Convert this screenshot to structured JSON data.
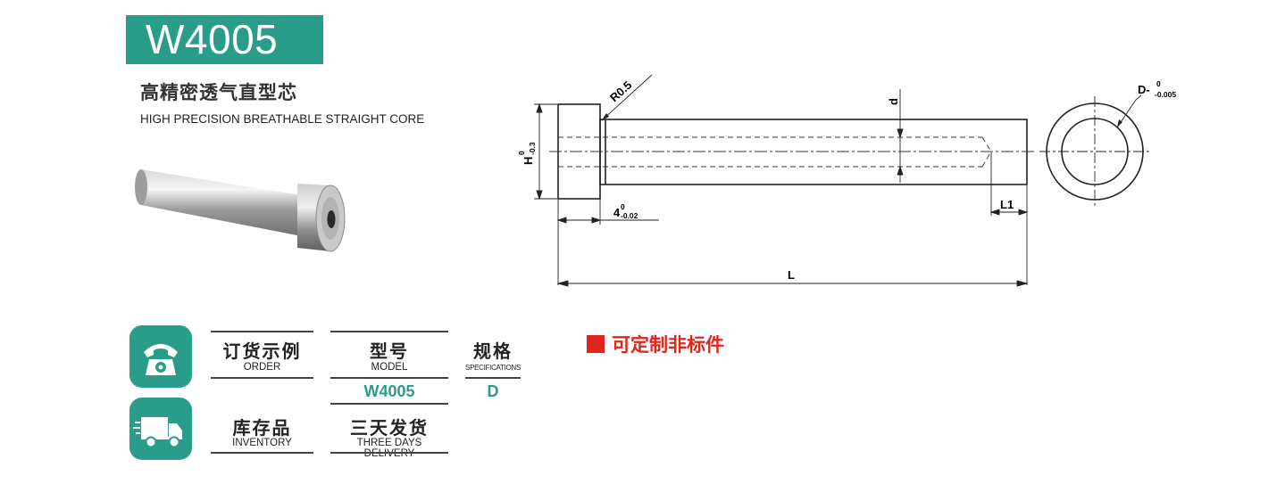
{
  "header": {
    "model_code": "W4005",
    "title_cn": "高精密透气直型芯",
    "title_en": "HIGH PRECISION BREATHABLE STRAIGHT CORE"
  },
  "drawing": {
    "r_label": "R0.5",
    "d_label": "d",
    "h_label": "H",
    "h_tol_upper": "0",
    "h_tol_lower": "-0.3",
    "head_len": "4",
    "head_tol_upper": "0",
    "head_tol_lower": "-0.02",
    "l1_label": "L1",
    "l_label": "L",
    "D_label": "D-",
    "D_tol_upper": "0",
    "D_tol_lower": "-0.005"
  },
  "order_table": {
    "order_cn": "订货示例",
    "order_en": "ORDER",
    "model_cn": "型号",
    "model_en": "MODEL",
    "spec_cn": "规格",
    "spec_en": "SPECIFICATIONS",
    "model_value": "W4005",
    "spec_value": "D",
    "inventory_cn": "库存品",
    "inventory_en": "INVENTORY",
    "delivery_cn": "三天发货",
    "delivery_en": "THREE DAYS DELIVERY"
  },
  "notice": {
    "text": "可定制非标件",
    "color": "#e0261c"
  },
  "colors": {
    "accent": "#2a9d8a"
  },
  "icons": [
    "phone-icon",
    "truck-icon",
    "product-photo"
  ]
}
